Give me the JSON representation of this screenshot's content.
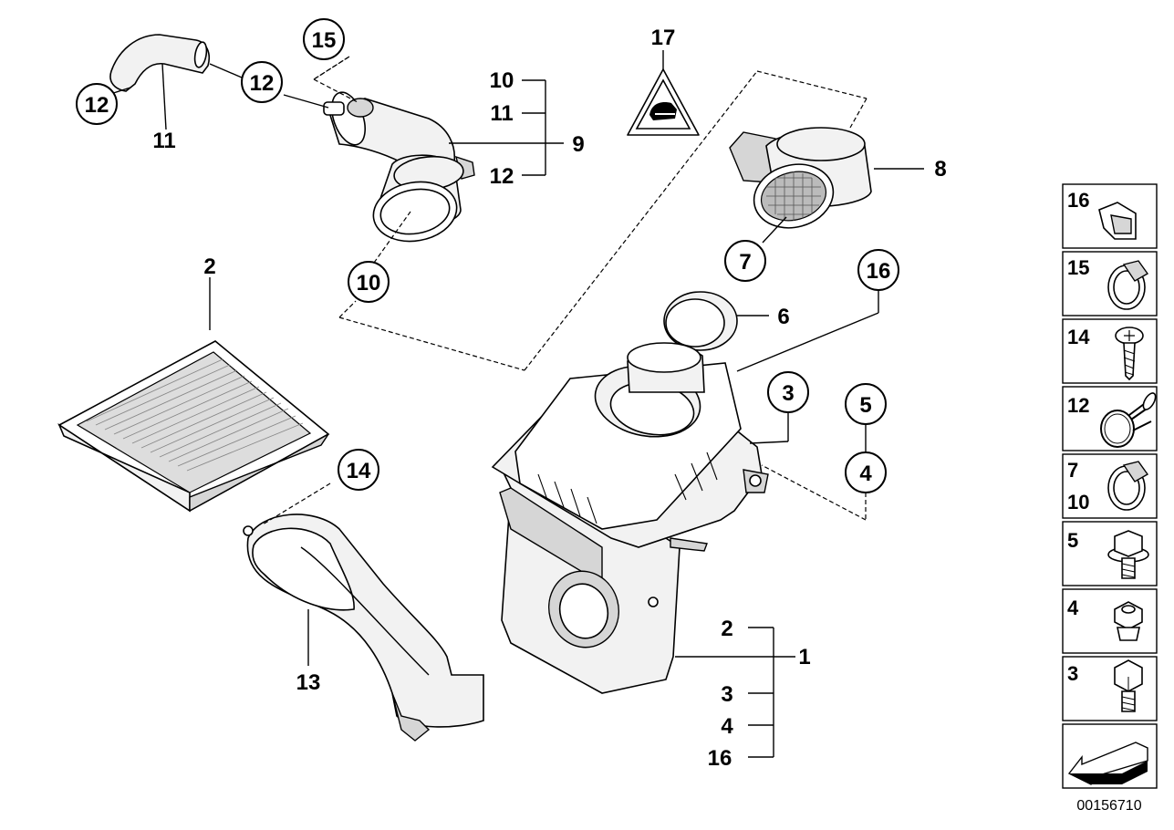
{
  "diagram_id": "00156710",
  "callouts": {
    "c12a": "12",
    "c12b": "12",
    "c15": "15",
    "c10": "10",
    "c7": "7",
    "c16": "16",
    "c3": "3",
    "c5": "5",
    "c4": "4",
    "c14": "14"
  },
  "labels": {
    "l11": "11",
    "l10": "10",
    "l11b": "11",
    "l9": "9",
    "l12": "12",
    "l17": "17",
    "l8": "8",
    "l2": "2",
    "l6": "6",
    "l13": "13",
    "l1": "1",
    "g2": "2",
    "g3": "3",
    "g4": "4",
    "g16": "16"
  },
  "key_panel": [
    {
      "label": "16",
      "icon": "clip-icon"
    },
    {
      "label": "15",
      "icon": "hose-clamp-icon"
    },
    {
      "label": "14",
      "icon": "screw-icon"
    },
    {
      "label": "12",
      "icon": "spring-clamp-icon"
    },
    {
      "label_top": "7",
      "label_bottom": "10",
      "icon": "hose-clamp-icon"
    },
    {
      "label": "5",
      "icon": "flange-bolt-icon"
    },
    {
      "label": "4",
      "icon": "nut-icon"
    },
    {
      "label": "3",
      "icon": "hex-bolt-icon"
    },
    {
      "label": "",
      "icon": "arrow-icon"
    }
  ]
}
